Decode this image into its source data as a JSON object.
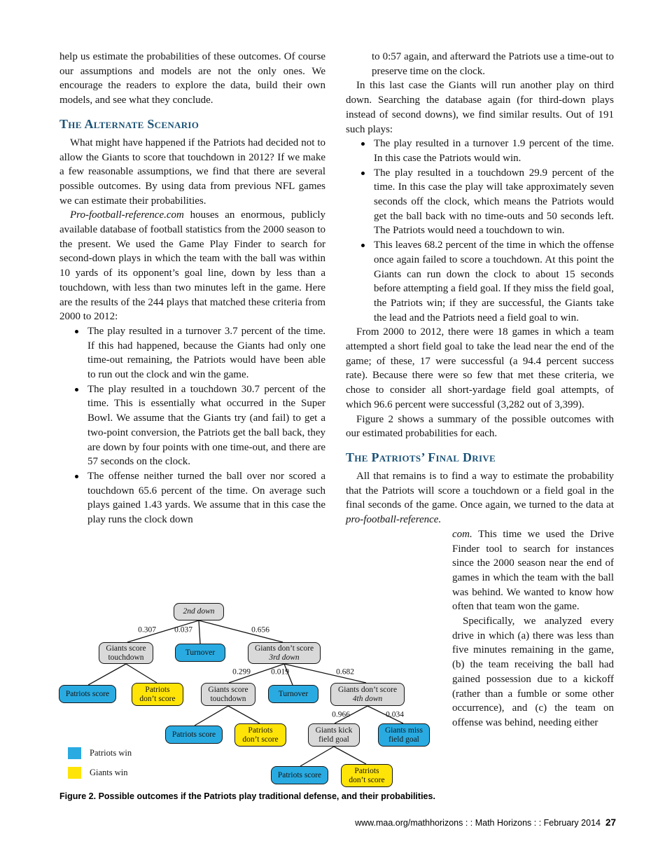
{
  "colors": {
    "heading_blue": "#1a5276",
    "patriots_blue": "#29abe2",
    "giants_yellow": "#ffe408",
    "node_gray": "#d9d9d9"
  },
  "left_column": {
    "opening": "help us estimate the probabilities of these outcomes. Of course our assumptions and models are not the only ones. We encourage the readers to explore the data, build their own models, and see what they conclude.",
    "heading": "The Alternate Scenario",
    "para1": "What might have happened if the Patriots had decided not to allow the Giants to score that touchdown in 2012? If we make a few reasonable assumptions, we find that there are several possible outcomes. By using data from previous NFL games we can estimate their probabilities.",
    "para2_italic": "Pro-football-reference.com",
    "para2_rest": " houses an enormous, publicly available database of football statistics from the 2000 season to the present. We used the Game Play Finder to search for second-down plays in which the team with the ball was within 10 yards of its opponent’s goal line, down by less than a touchdown, with less than two minutes left in the game. Here are the results of the 244 plays that matched these criteria from 2000 to 2012:",
    "bullets": [
      "The play resulted in a turnover 3.7 percent of the time. If this had happened, because the Giants had only one time-out remaining, the Patriots would have been able to run out the clock and win the game.",
      "The play resulted in a touchdown 30.7 percent of the time. This is essentially what occurred in the Super Bowl. We assume that the Giants try (and fail) to get a two-point conversion, the Patriots get the ball back, they are down by four points with one time-out, and there are 57 seconds on the clock.",
      "The offense neither turned the ball over nor scored a touchdown 65.6 percent of the time. On average such plays gained 1.43 yards. We assume that in this case the play runs the clock down"
    ]
  },
  "right_column": {
    "bullet_continuation": "to 0:57 again, and afterward the Patriots use a time-out to preserve time on the clock.",
    "para1": "In this last case the Giants will run another play on third down. Searching the database again (for third-down plays instead of second downs), we find similar results. Out of 191 such plays:",
    "bullets": [
      "The play resulted in a turnover 1.9 percent of the time. In this case the Patriots would win.",
      "The play resulted in a touchdown 29.9 percent of the time. In this case the play will take approximately seven seconds off the clock, which means the Patriots would get the ball back with no time-outs and 50 seconds left. The Patriots would need a touchdown to win.",
      "This leaves 68.2 percent of the time in which the offense once again failed to score a touchdown. At this point the Giants can run down the clock to about 15 seconds before attempting a field goal. If they miss the field goal, the Patriots win; if they are successful, the Giants take the lead and the Patriots need a field goal to win."
    ],
    "para2": "From 2000 to 2012, there were 18 games in which a team attempted a short field goal to take the lead near the end of the game; of these, 17 were successful (a 94.4 percent success rate). Because there were so few that met these criteria, we chose to consider all short-yardage field goal attempts, of which 96.6 percent were successful (3,282 out of 3,399).",
    "para3": "Figure 2 shows a summary of the possible outcomes with our estimated probabilities for each.",
    "heading": "The Patriots’ Final Drive",
    "para4": "All that remains is to find a way to estimate the probability that the Patriots will score a touchdown or a field goal in the final seconds of the game. Once again, we turned to the data at ",
    "para4_italic": "pro-football-reference.",
    "para5_italic": "com.",
    "para5_rest": " This time we used the Drive Finder tool to search for instances since the 2000 season near the end of games in which the team with the ball was behind. We wanted to know how often that team won the game.",
    "para6": "Specifically, we analyzed every drive in which (a) there was less than five minutes remaining in the game, (b) the team receiving the ball had gained possession due to a kickoff (rather than a fumble or some other occurrence), and (c) the team on offense was behind, needing either"
  },
  "figure": {
    "caption": "Figure 2. Possible outcomes if the Patriots play traditional defense, and their probabilities.",
    "legend": [
      {
        "label": "Patriots win",
        "color": "#29abe2"
      },
      {
        "label": "Giants win",
        "color": "#ffe408"
      }
    ],
    "tree": {
      "nodes": {
        "second_down": {
          "label": "2nd down"
        },
        "giants_td_2nd": {
          "line1": "Giants score",
          "line2": "touchdown"
        },
        "turnover_2nd": {
          "label": "Turnover"
        },
        "no_score_3rd": {
          "line1": "Giants don’t score",
          "line2": "3rd down"
        },
        "patriots_score_a": {
          "label": "Patriots score"
        },
        "patriots_dont_a": {
          "line1": "Patriots",
          "line2": "don’t score"
        },
        "giants_td_3rd": {
          "line1": "Giants score",
          "line2": "touchdown"
        },
        "turnover_3rd": {
          "label": "Turnover"
        },
        "no_score_4th": {
          "line1": "Giants don’t score",
          "line2": "4th down"
        },
        "patriots_score_b": {
          "label": "Patriots score"
        },
        "patriots_dont_b": {
          "line1": "Patriots",
          "line2": "don’t score"
        },
        "giants_kick_fg": {
          "line1": "Giants kick",
          "line2": "field goal"
        },
        "giants_miss_fg": {
          "line1": "Giants miss",
          "line2": "field goal"
        },
        "patriots_score_c": {
          "label": "Patriots score"
        },
        "patriots_dont_c": {
          "line1": "Patriots",
          "line2": "don’t score"
        }
      },
      "probabilities": {
        "second_down_td": "0.307",
        "second_down_turnover": "0.037",
        "second_down_no_score": "0.656",
        "third_down_td": "0.299",
        "third_down_turnover": "0.019",
        "third_down_no_score": "0.682",
        "fg_good": "0.966",
        "fg_miss": "0.034"
      }
    }
  },
  "page": {
    "footer": {
      "text": "www.maa.org/mathhorizons : : Math Horizons : : February 2014",
      "page_number": "27"
    }
  }
}
